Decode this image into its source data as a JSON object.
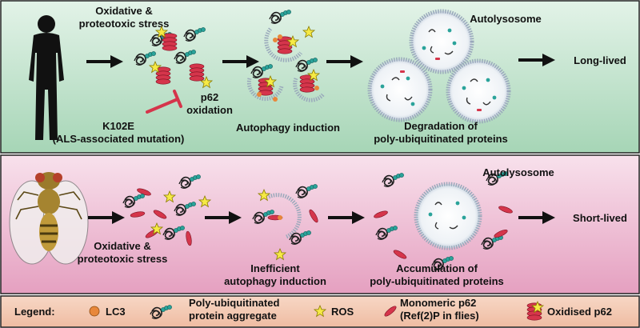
{
  "top_panel": {
    "stress_line1": "Oxidative &",
    "stress_line2": "proteotoxic stress",
    "p62_line1": "p62",
    "p62_line2": "oxidation",
    "mutation_line1": "K102E",
    "mutation_line2": "(ALS-associated mutation)",
    "autophagy_label": "Autophagy induction",
    "degradation_line1": "Degradation of",
    "degradation_line2": "poly-ubiquitinated proteins",
    "autolysosome_label": "Autolysosome",
    "outcome_label": "Long-lived",
    "colors": {
      "bg_top": "#d9efe1",
      "bg_bottom": "#a9d6b9"
    }
  },
  "bottom_panel": {
    "stress_line1": "Oxidative &",
    "stress_line2": "proteotoxic stress",
    "inefficient_line1": "Inefficient",
    "inefficient_line2": "autophagy induction",
    "accumulation_line1": "Accumulation of",
    "accumulation_line2": "poly-ubiquitinated proteins",
    "autolysosome_label": "Autolysosome",
    "outcome_label": "Short-lived",
    "colors": {
      "bg_top": "#f6d7e6",
      "bg_bottom": "#e7a3c2"
    }
  },
  "legend": {
    "title": "Legend:",
    "lc3": "LC3",
    "aggregate_line1": "Poly-ubiquitinated",
    "aggregate_line2": "protein aggregate",
    "ros": "ROS",
    "monomer_line1": "Monomeric p62",
    "monomer_line2": "(Ref(2)P in flies)",
    "oxidised": "Oxidised p62",
    "colors": {
      "bg": "#f3c9b2",
      "lc3": "#e8873a",
      "ros": "#f5e94a",
      "p62": "#d5354b",
      "ubiquitin": "#2aa39a"
    }
  }
}
